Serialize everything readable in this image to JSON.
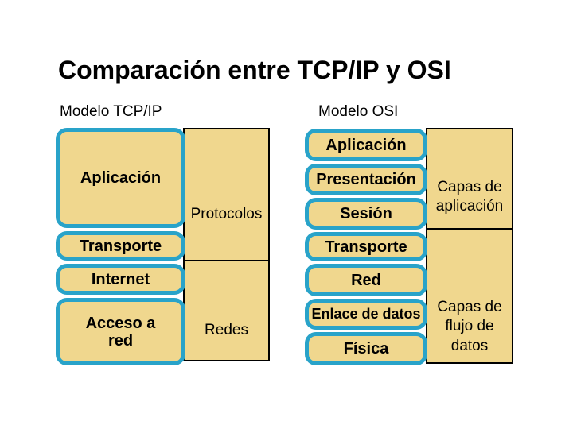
{
  "slide": {
    "title": "Comparación entre TCP/IP y OSI"
  },
  "tcp": {
    "heading": "Modelo TCP/IP",
    "layers": [
      "Aplicación",
      "Transporte",
      "Internet",
      "Acceso a\nred"
    ],
    "groups": [
      "Protocolos",
      "Redes"
    ]
  },
  "osi": {
    "heading": "Modelo OSI",
    "layers": [
      "Aplicación",
      "Presentación",
      "Sesión",
      "Transporte",
      "Red",
      "Enlace de datos",
      "Física"
    ],
    "groups": [
      "Capas de\naplicación",
      "Capas de\nflujo de\ndatos"
    ]
  },
  "colors": {
    "layer_fill": "#F0D78E",
    "layer_border": "#29A3C9",
    "outline": "#000000",
    "background": "#FFFFFF",
    "text": "#000000"
  }
}
